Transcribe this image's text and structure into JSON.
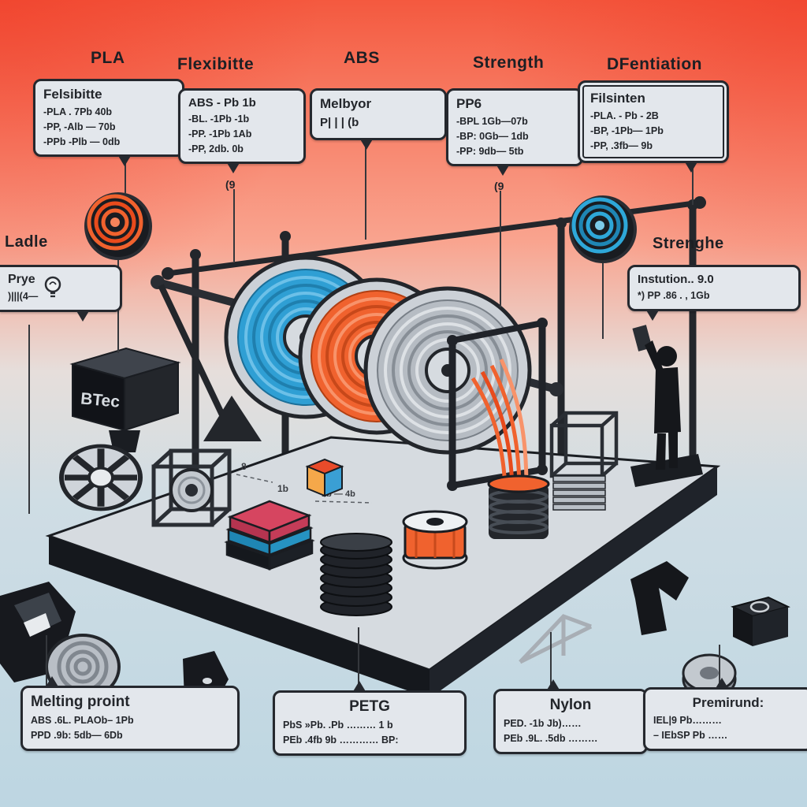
{
  "top_labels": [
    "PLA",
    "Flexibitte",
    "ABS",
    "Strength",
    "DFentiation"
  ],
  "callouts": {
    "felsibitte": {
      "title": "Felsibitte",
      "lines": [
        "-PLA .  7Pb   40b",
        "-PP,  -Alb — 70b",
        "-PPb  -Plb — 0db"
      ]
    },
    "abs": {
      "title": "ABS - Pb  1b",
      "lines": [
        "-BL.  -1Pb  -1b",
        "-PP.  -1Pb  1Ab",
        "-PP,  2db.  0b"
      ],
      "footnote": "(9"
    },
    "melbyor": {
      "title": "Melbyor",
      "lines": [
        "P| | | (b"
      ]
    },
    "pp6": {
      "title": "PP6",
      "lines": [
        "-BPL  1Gb—07b",
        "-BP:  0Gb— 1db",
        "-PP:  9db— 5tb"
      ],
      "footnote": "(9"
    },
    "filsinten": {
      "title": "Filsinten",
      "lines": [
        "-PLA.  - Pb  - 2B",
        "-BP,  -1Pb— 1Pb",
        "-PP,  .3fb— 9b"
      ]
    }
  },
  "side_labels": {
    "left": "Ladle",
    "right": "Strenghe"
  },
  "bubbles": {
    "prye": {
      "title": "Prye",
      "line": ")|||(4—"
    },
    "instution": {
      "title": "Instution..  9.0",
      "line": "*) PP  .86 . , 1Gb"
    }
  },
  "bottom_callouts": {
    "melting": {
      "title": "Melting proint",
      "lines": [
        "ABS .6L.   PLAOb– 1Pb",
        "PPD .9b:   5db— 6Db"
      ]
    },
    "petg": {
      "title": "PETG",
      "lines": [
        "PbS  »Pb. .Pb ……… 1 b",
        "PEb .4fb  9b ………… BP:"
      ]
    },
    "nylon": {
      "title": "Nylon",
      "lines": [
        "PED.  -1b Jb)……",
        "PEb .9L.  .5db ………"
      ]
    },
    "premirund": {
      "title": "Premirund:",
      "lines": [
        "IEL|9 Pb………",
        "– IEbSP Pb ……"
      ]
    }
  },
  "illustration": {
    "machine_label": "BTec",
    "markings": [
      "8",
      "1b",
      "1b — 4b"
    ],
    "spool_colors": {
      "blue": "#2f9fd4",
      "orange": "#f0622e",
      "silver": "#b6bcc3"
    }
  }
}
